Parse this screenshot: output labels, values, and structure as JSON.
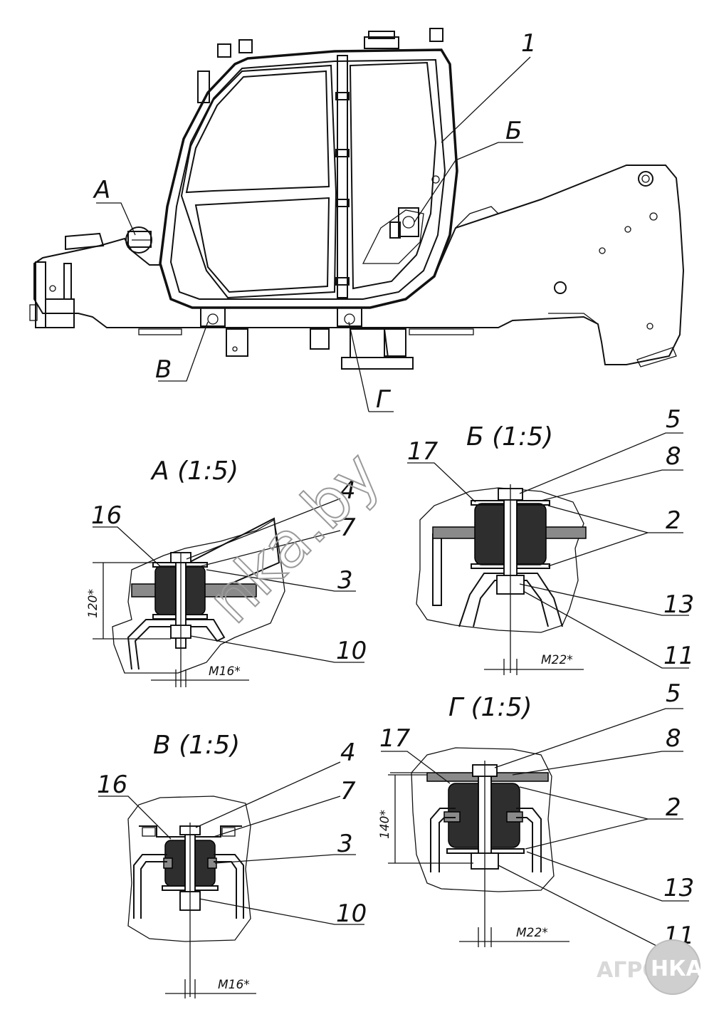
{
  "drawing": {
    "main_labels": {
      "cab": "1",
      "view_a": "А",
      "view_b": "Б",
      "view_v": "В",
      "view_g": "Г"
    },
    "views": {
      "a": {
        "title": "А (1:5)",
        "dim": "120*",
        "thread": "M16*",
        "callouts": {
          "c16": "16",
          "c4": "4",
          "c7": "7",
          "c3": "3",
          "c10": "10"
        }
      },
      "b": {
        "title": "Б (1:5)",
        "thread": "M22*",
        "callouts": {
          "c17": "17",
          "c5": "5",
          "c8": "8",
          "c2": "2",
          "c13": "13",
          "c11": "11"
        }
      },
      "v": {
        "title": "В (1:5)",
        "thread": "M16*",
        "callouts": {
          "c16": "16",
          "c4": "4",
          "c7": "7",
          "c3": "3",
          "c10": "10"
        }
      },
      "g": {
        "title": "Г (1:5)",
        "dim": "140*",
        "thread": "M22*",
        "callouts": {
          "c17": "17",
          "c5": "5",
          "c8": "8",
          "c2": "2",
          "c13": "13",
          "c11": "11"
        }
      }
    }
  },
  "watermark": "nka.by",
  "logo": {
    "left": "АГРО",
    "right": "НКА"
  }
}
